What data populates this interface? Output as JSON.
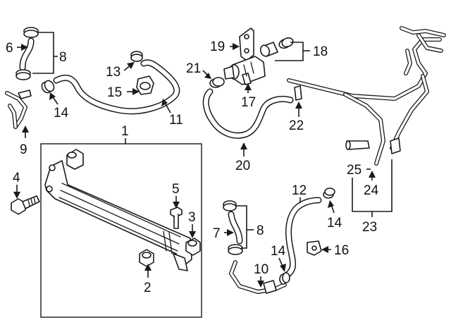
{
  "colors": {
    "line": "#1a1a1a",
    "background": "#ffffff"
  },
  "callouts": {
    "c1": "1",
    "c2": "2",
    "c3": "3",
    "c4": "4",
    "c5": "5",
    "c6": "6",
    "c7": "7",
    "c8a": "8",
    "c8b": "8",
    "c9": "9",
    "c10": "10",
    "c11": "11",
    "c12": "12",
    "c13": "13",
    "c14a": "14",
    "c14b": "14",
    "c14c": "14",
    "c15": "15",
    "c16": "16",
    "c17": "17",
    "c18": "18",
    "c19": "19",
    "c20": "20",
    "c21": "21",
    "c22": "22",
    "c23": "23",
    "c24": "24",
    "c25": "25"
  }
}
